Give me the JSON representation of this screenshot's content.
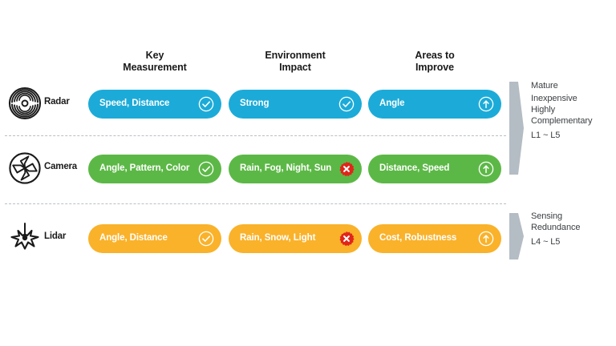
{
  "columns": [
    {
      "id": "key-measurement",
      "label": "Key\nMeasurement"
    },
    {
      "id": "environment-impact",
      "label": "Environment\nImpact"
    },
    {
      "id": "areas-to-improve",
      "label": "Areas to\nImprove"
    }
  ],
  "colors": {
    "radar": "#1CABD8",
    "camera": "#5CB846",
    "lidar": "#FAB22A",
    "badge_negative": "#E1251B",
    "divider": "#b9bfc6",
    "arrow": "#b4bcc4",
    "text": "#231f20",
    "note_text": "#3c4043"
  },
  "rows": [
    {
      "id": "radar",
      "label": "Radar",
      "icon": "radar-waves-icon",
      "color": "#1CABD8",
      "cells": [
        {
          "text": "Speed, Distance",
          "badge": "check-icon"
        },
        {
          "text": "Strong",
          "badge": "check-icon"
        },
        {
          "text": "Angle",
          "badge": "up-arrow-icon"
        }
      ]
    },
    {
      "id": "camera",
      "label": "Camera",
      "icon": "camera-aperture-icon",
      "color": "#5CB846",
      "cells": [
        {
          "text": "Angle, Pattern, Color",
          "badge": "check-icon"
        },
        {
          "text": "Rain, Fog, Night, Sun",
          "badge": "x-circle-icon"
        },
        {
          "text": "Distance, Speed",
          "badge": "up-arrow-icon"
        }
      ]
    },
    {
      "id": "lidar",
      "label": "Lidar",
      "icon": "lidar-scan-icon",
      "color": "#FAB22A",
      "cells": [
        {
          "text": "Angle, Distance",
          "badge": "check-icon"
        },
        {
          "text": "Rain, Snow, Light",
          "badge": "x-circle-icon"
        },
        {
          "text": "Cost, Robustness",
          "badge": "up-arrow-icon"
        }
      ]
    }
  ],
  "notes": [
    {
      "id": "mature-inexpensive",
      "icon": "right-arrow-icon",
      "lines": [
        "Mature",
        "Inexpensive"
      ],
      "wrapped": "Highly\nComplementary",
      "level": "L1 ~ L5"
    },
    {
      "id": "sensing-redundance",
      "icon": "right-arrow-icon",
      "lines": [],
      "wrapped": "Sensing\nRedundance",
      "level": "L4 ~ L5"
    }
  ]
}
